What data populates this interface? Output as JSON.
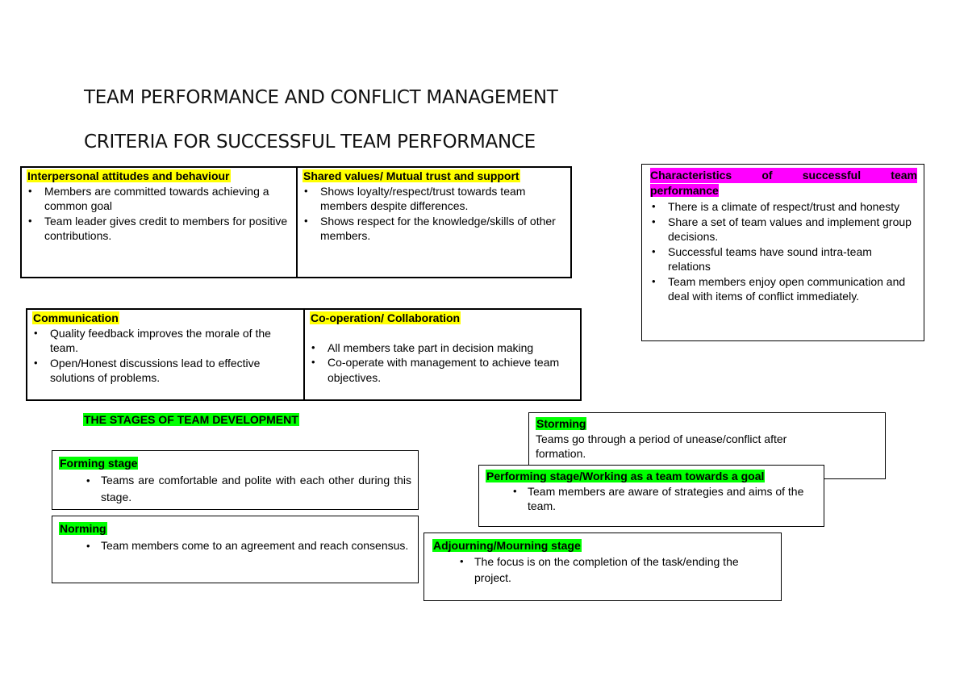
{
  "document": {
    "title": "TEAM PERFORMANCE AND CONFLICT MANAGEMENT",
    "subtitle": "CRITERIA FOR SUCCESSFUL TEAM PERFORMANCE",
    "colors": {
      "yellow_highlight": "#ffff00",
      "magenta_highlight": "#ff00ff",
      "green_highlight": "#00ff00",
      "border": "#000000"
    },
    "criteria_table_1": {
      "interpersonal": {
        "heading": "Interpersonal attitudes and behaviour",
        "items": [
          "Members are committed towards achieving a common goal",
          "Team leader gives credit to members for positive contributions."
        ]
      },
      "shared_values": {
        "heading": "Shared values/ Mutual trust and support",
        "items": [
          "Shows loyalty/respect/trust towards team members despite differences.",
          "Shows respect for the knowledge/skills of other members."
        ]
      }
    },
    "criteria_table_2": {
      "communication": {
        "heading": "Communication",
        "items": [
          "Quality feedback improves the morale of the team.",
          "Open/Honest discussions lead to effective solutions of problems."
        ]
      },
      "cooperation": {
        "heading": "Co-operation/ Collaboration",
        "items": [
          "All members take part in decision making",
          "Co-operate with management to achieve team objectives."
        ]
      }
    },
    "characteristics": {
      "heading_line1": "Characteristics of successful team",
      "heading_line2": "performance",
      "items": [
        "There is a climate of respect/trust and honesty",
        "Share a set of team values and implement group decisions.",
        "Successful teams have sound intra-team relations",
        "Team members enjoy open communication and deal with items of conflict immediately."
      ]
    },
    "stages": {
      "heading": "THE STAGES OF TEAM DEVELOPMENT",
      "forming": {
        "heading": "Forming stage",
        "items": [
          "Teams are comfortable and polite with each other during this stage."
        ]
      },
      "norming": {
        "heading": "Norming",
        "items": [
          "Team members come to an agreement and reach consensus."
        ]
      },
      "storming": {
        "heading": "Storming",
        "text": "Teams go through a period of unease/conflict after formation."
      },
      "performing": {
        "heading": "Performing stage/Working as a team towards a goal",
        "items": [
          "Team members are aware of strategies and aims of the team."
        ]
      },
      "adjourning": {
        "heading": "Adjourning/Mourning stage",
        "items": [
          "The focus is on the completion of the task/ending the project."
        ]
      }
    }
  }
}
